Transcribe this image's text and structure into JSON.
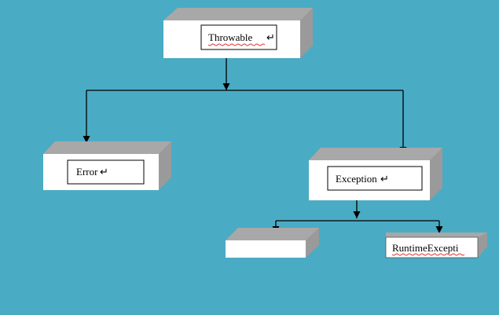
{
  "diagram": {
    "background_color": "#4aabc4",
    "box_face_color": "#ffffff",
    "box_depth_color": "#9a9a9a",
    "line_color": "#000000",
    "nodes": {
      "throwable": "Throwable",
      "error": "Error",
      "exception": "Exception",
      "unnamed": "",
      "runtime": "RuntimeExcepti"
    },
    "return_mark": "↵"
  }
}
